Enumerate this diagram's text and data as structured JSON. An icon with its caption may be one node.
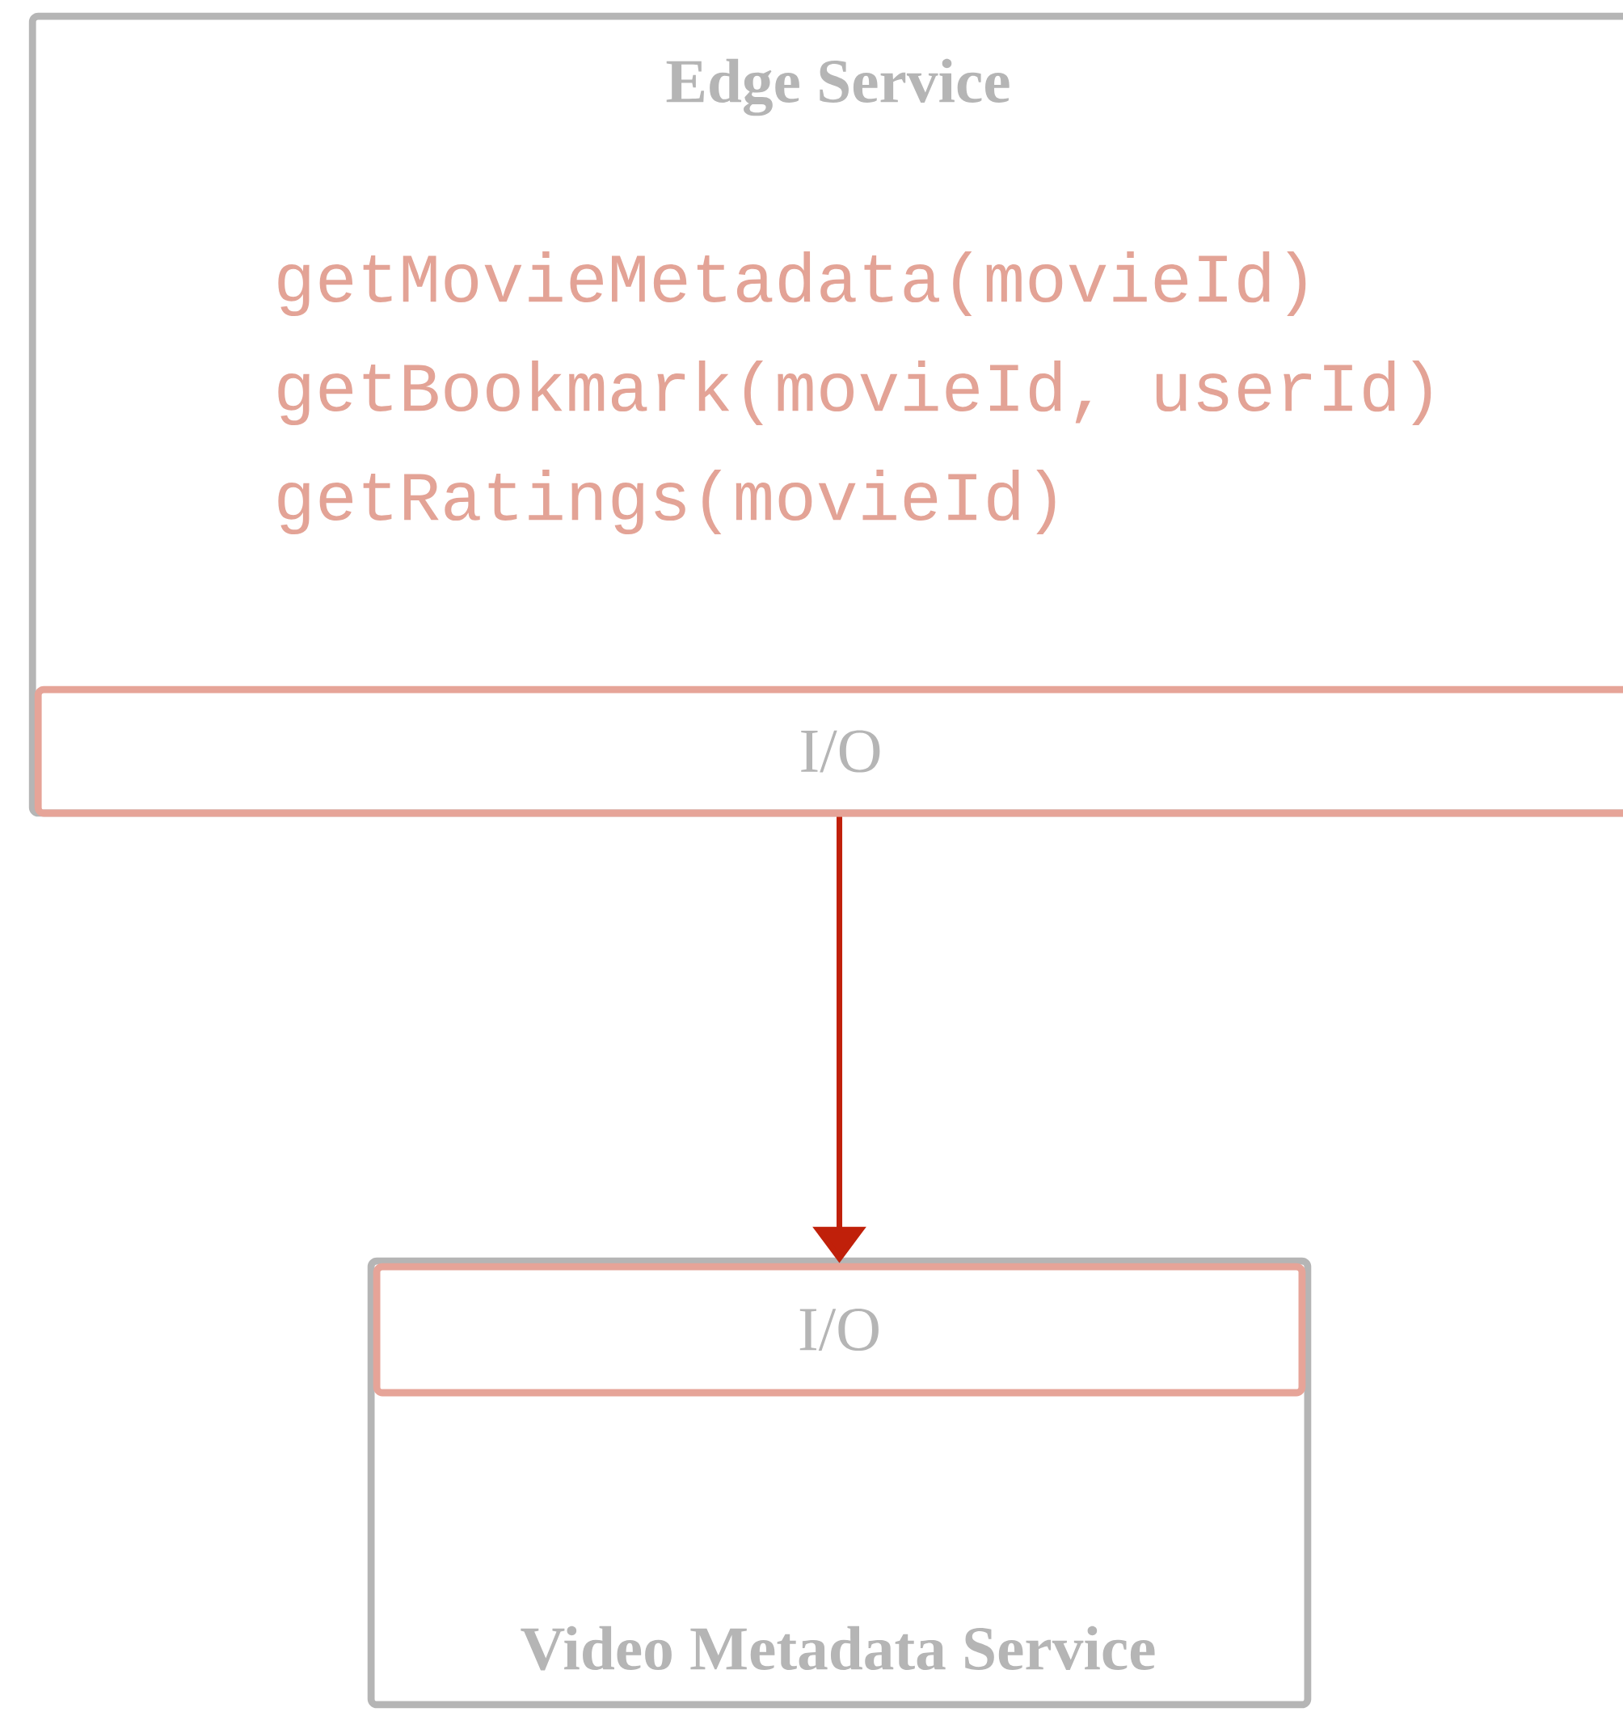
{
  "diagram": {
    "nodes": [
      {
        "text": [
          "Edge Service",
          "getMovieMetadata(movieId)",
          "getBookmark(movieId, userId)",
          "getRatings(movieId)"
        ]
      },
      {
        "text": [
          "I/O"
        ],
        "in": 0
      },
      {
        "text": [
          "Video Metadata Service"
        ]
      },
      {
        "text": [
          "I/O"
        ],
        "in": 2
      }
    ],
    "edges": [
      {
        "from": 1,
        "to": 3,
        "arrow": "to"
      }
    ]
  }
}
